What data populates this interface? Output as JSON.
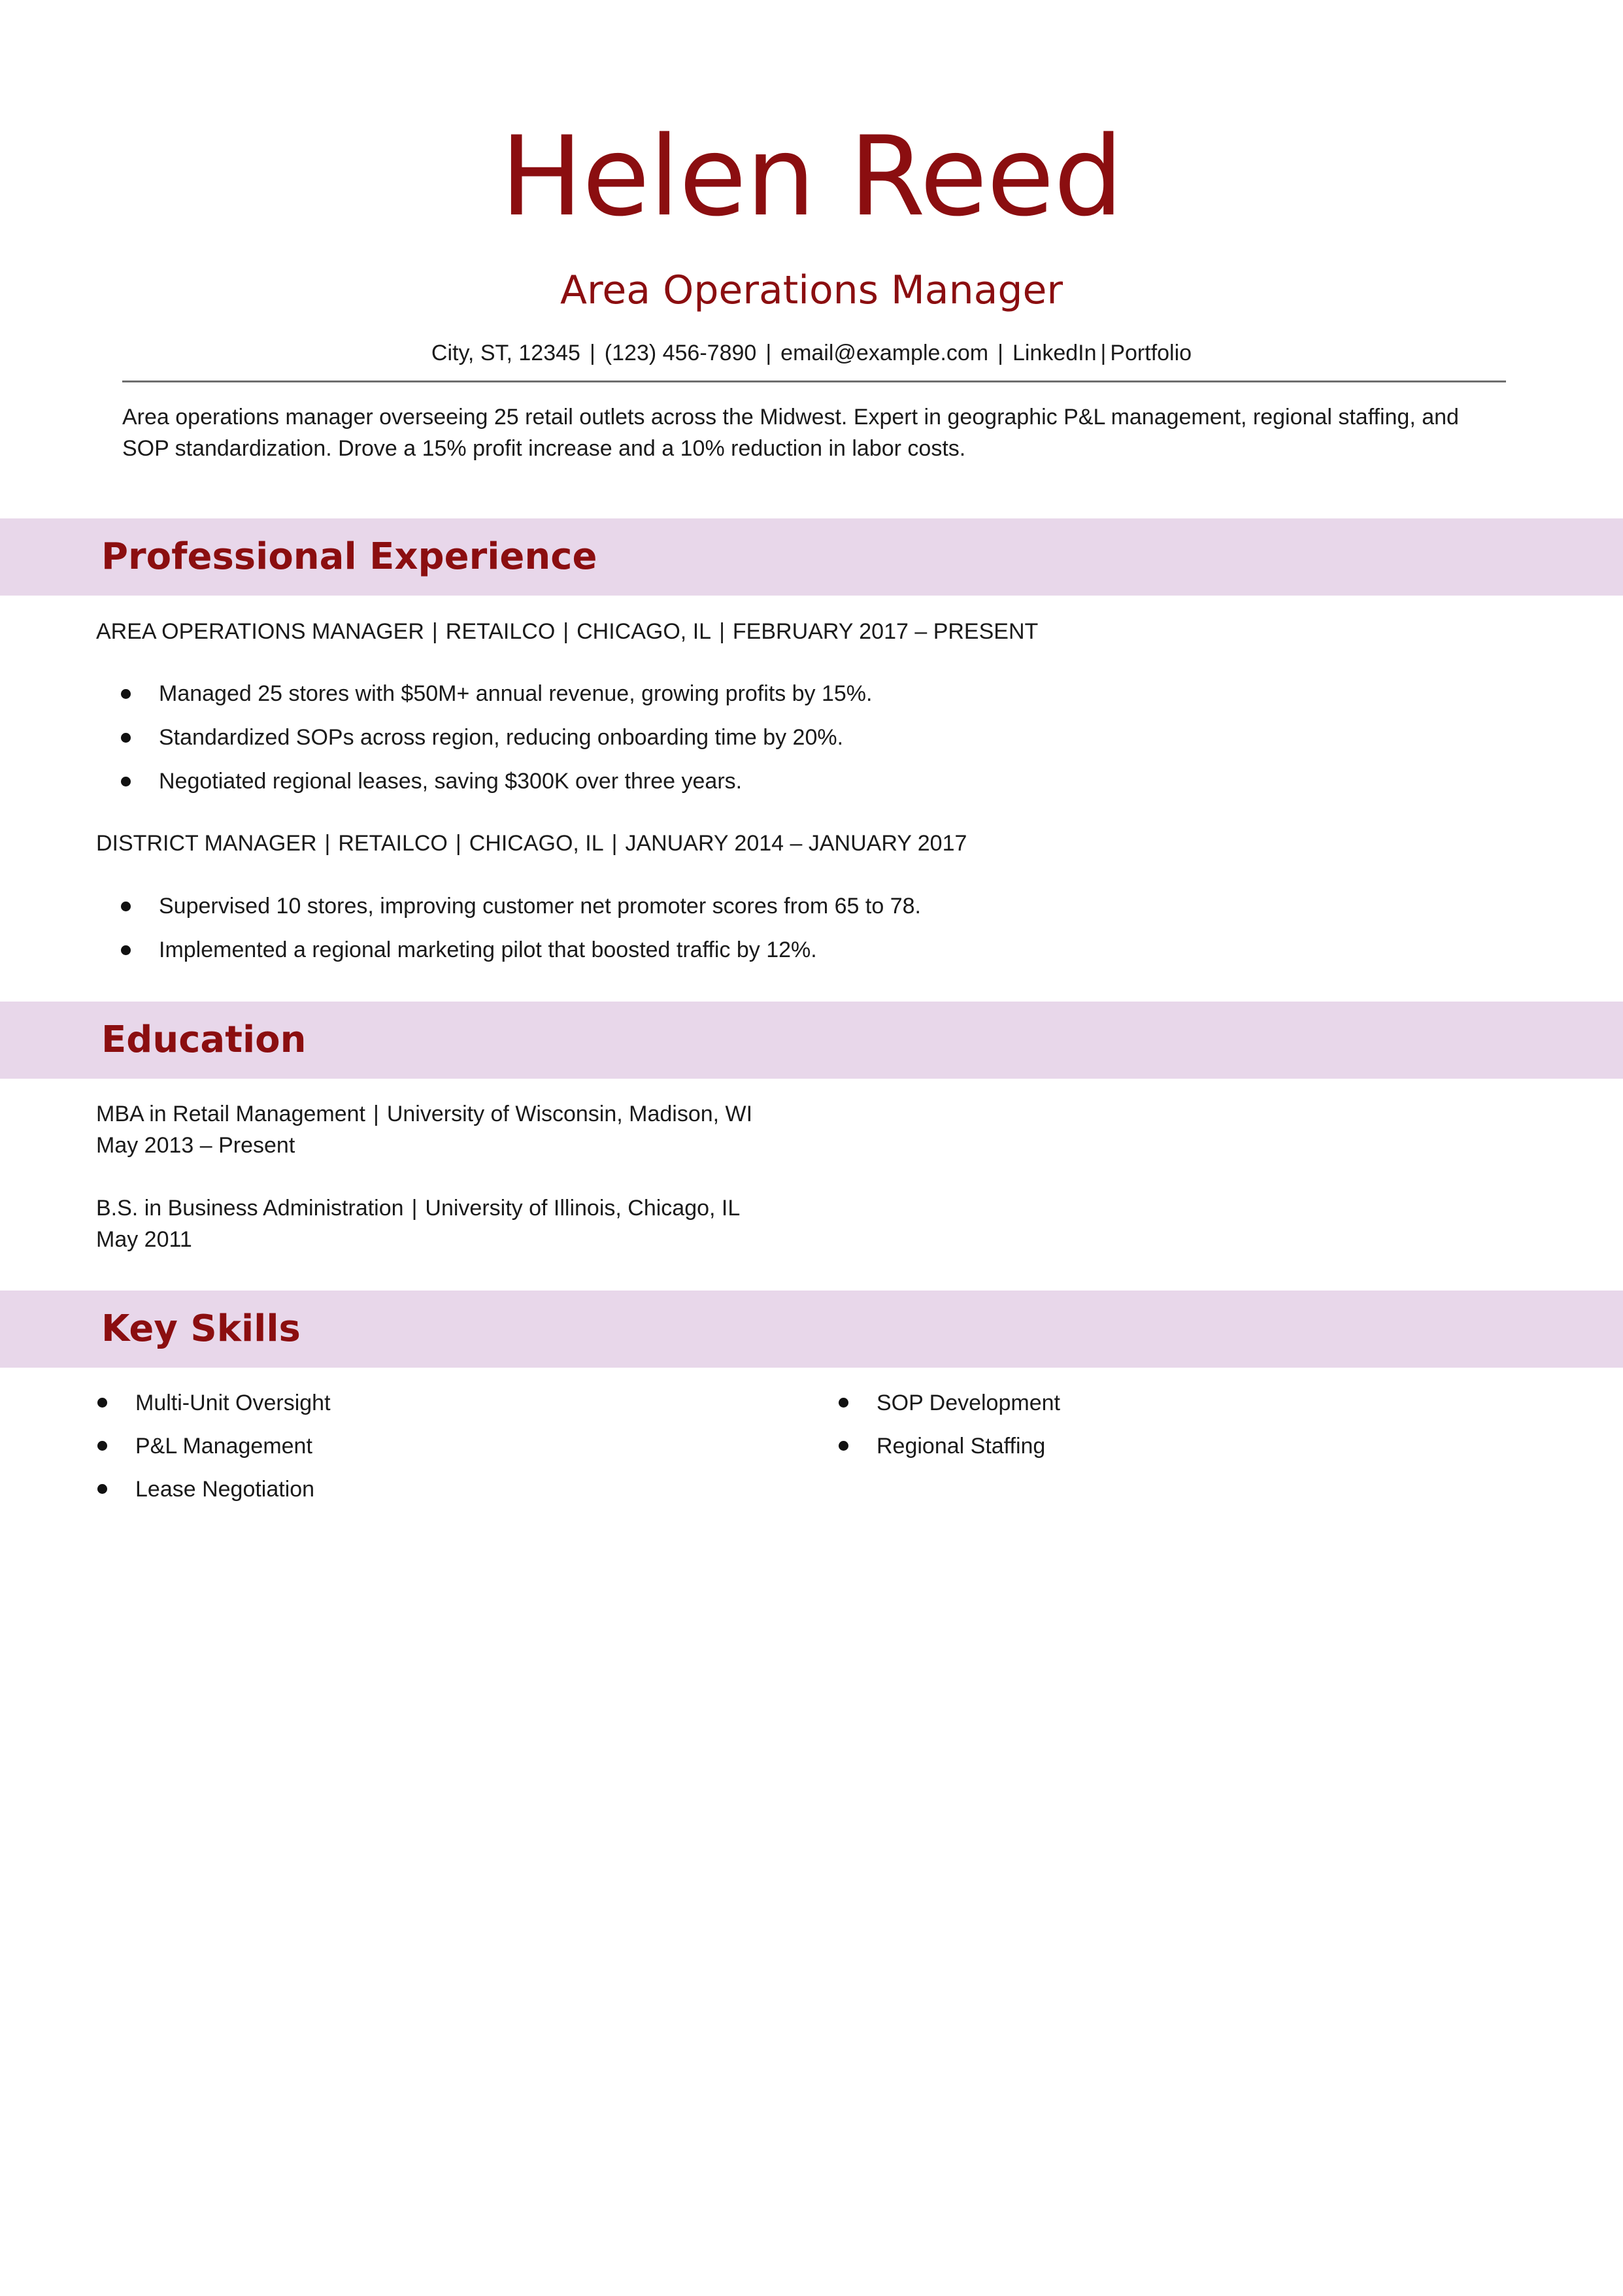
{
  "header": {
    "name": "Helen Reed",
    "title": "Area Operations Manager",
    "contact": {
      "address": "City, ST, 12345",
      "phone": "(123) 456-7890",
      "email": "email@example.com",
      "linkedin": "LinkedIn",
      "portfolio": "Portfolio",
      "separator": "|"
    }
  },
  "summary": "Area operations manager overseeing 25 retail outlets across the Midwest. Expert in geographic P&L management, regional staffing, and SOP standardization. Drove a 15% profit increase and a 10% reduction in labor costs.",
  "experience": {
    "heading": "Professional Experience",
    "jobs": [
      {
        "title": "AREA OPERATIONS MANAGER",
        "company": "RETAILCO",
        "location": "CHICAGO, IL",
        "dates": "FEBRUARY 2017 – PRESENT",
        "bullets": [
          "Managed 25 stores with $50M+ annual revenue, growing profits by 15%.",
          "Standardized SOPs across region, reducing onboarding time by 20%.",
          "Negotiated regional leases, saving $300K over three years."
        ]
      },
      {
        "title": "DISTRICT MANAGER",
        "company": "RETAILCO",
        "location": "CHICAGO, IL",
        "dates": "JANUARY 2014 – JANUARY 2017",
        "bullets": [
          "Supervised 10 stores, improving customer net promoter scores from 65 to 78.",
          "Implemented a regional marketing pilot that boosted traffic by 12%."
        ]
      }
    ]
  },
  "education": {
    "heading": "Education",
    "entries": [
      {
        "degree": "MBA in Retail Management",
        "school": "University of Wisconsin, Madison, WI",
        "dates": "May 2013 – Present"
      },
      {
        "degree": "B.S. in Business Administration",
        "school": "University of Illinois, Chicago, IL",
        "dates": "May 2011"
      }
    ]
  },
  "skills": {
    "heading": "Key Skills",
    "left": [
      "Multi-Unit Oversight",
      "P&L Management",
      "Lease Negotiation"
    ],
    "right": [
      "SOP Development",
      "Regional Staffing"
    ]
  },
  "colors": {
    "accent": "#8b0e10",
    "section_band": "#e8d7ea",
    "rule": "#6e6e6e"
  }
}
